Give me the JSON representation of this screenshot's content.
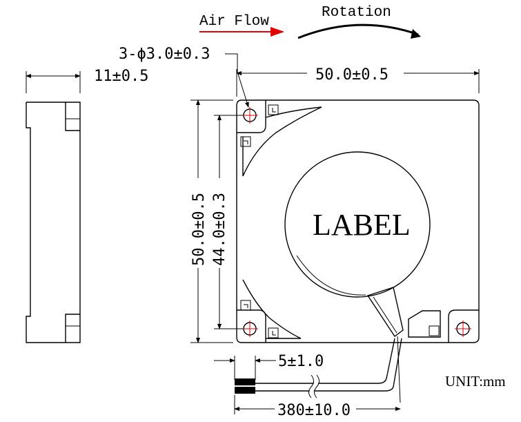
{
  "labels": {
    "air_flow": "Air Flow",
    "rotation": "Rotation",
    "hole_spec": "3-ϕ3.0±0.3",
    "width_top": "50.0±0.5",
    "thickness": "11±0.5",
    "height_outer": "50.0±0.5",
    "hole_pitch": "44.0±0.3",
    "label_text": "LABEL",
    "strip_length": "5±1.0",
    "cable_length": "380±10.0",
    "unit": "UNIT:mm"
  },
  "colors": {
    "line": "#000000",
    "hole_mark": "#e00000",
    "air_arrow": "#e00000"
  }
}
